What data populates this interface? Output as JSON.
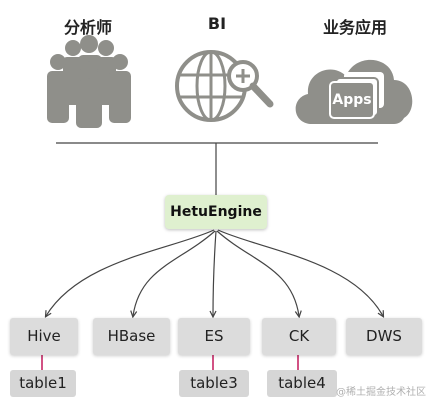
{
  "consumers": [
    {
      "label": "分析师",
      "icon": "people-group-icon"
    },
    {
      "label": "BI",
      "icon": "globe-search-icon"
    },
    {
      "label": "业务应用",
      "icon": "cloud-apps-icon"
    }
  ],
  "apps_text": "Apps",
  "engine": {
    "label": "HetuEngine"
  },
  "targets": [
    {
      "label": "Hive"
    },
    {
      "label": "HBase"
    },
    {
      "label": "ES"
    },
    {
      "label": "CK"
    },
    {
      "label": "DWS"
    }
  ],
  "tables": [
    {
      "label": "table1"
    },
    {
      "label": "table3"
    },
    {
      "label": "table4"
    }
  ],
  "watermark": "@稀土掘金技术社区",
  "colors": {
    "icon_gray": "#8f8f8a",
    "engine_bg": "#dff0cf",
    "target_bg": "#dcdcdc",
    "connector": "#c2185b",
    "line": "#444444"
  }
}
